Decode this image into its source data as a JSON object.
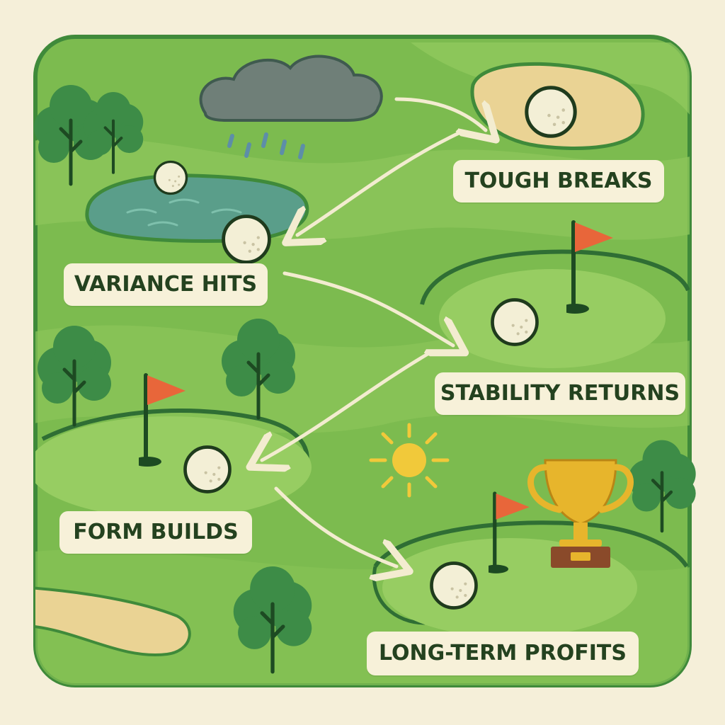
{
  "stages": [
    {
      "id": "tough",
      "label": "TOUGH BREAKS"
    },
    {
      "id": "variance",
      "label": "VARIANCE HITS"
    },
    {
      "id": "stability",
      "label": "STABILITY RETURNS"
    },
    {
      "id": "form",
      "label": "FORM BUILDS"
    },
    {
      "id": "profits",
      "label": "LONG-TERM PROFITS"
    }
  ],
  "icons": [
    "rain-cloud-icon",
    "golf-ball-icon",
    "pond-icon",
    "sand-bunker-icon",
    "flag-icon",
    "tree-icon",
    "sun-icon",
    "trophy-icon",
    "arrow-icon"
  ],
  "colors": {
    "background": "#f5efd9",
    "frame": "#3f8a3a",
    "grass": "#7cbb4f",
    "grass_light": "#9fd06a",
    "sand": "#ead394",
    "water": "#5a9e8a",
    "flag": "#e8663a",
    "trophy": "#e7b52c",
    "label_bg": "#f7f1d9",
    "label_text": "#24421f"
  }
}
